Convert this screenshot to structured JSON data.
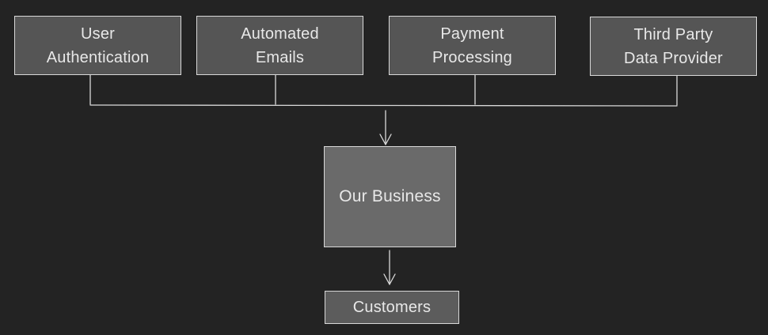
{
  "diagram": {
    "sources": [
      {
        "label": "User\nAuthentication"
      },
      {
        "label": "Automated\nEmails"
      },
      {
        "label": "Payment\nProcessing"
      },
      {
        "label": "Third Party\nData Provider"
      }
    ],
    "center": {
      "label": "Our Business"
    },
    "output": {
      "label": "Customers"
    },
    "colors": {
      "background": "#232323",
      "box_fill": "#555555",
      "center_fill": "#6a6a6a",
      "stroke": "#d9d9d9",
      "text": "#e8e8e8"
    }
  }
}
